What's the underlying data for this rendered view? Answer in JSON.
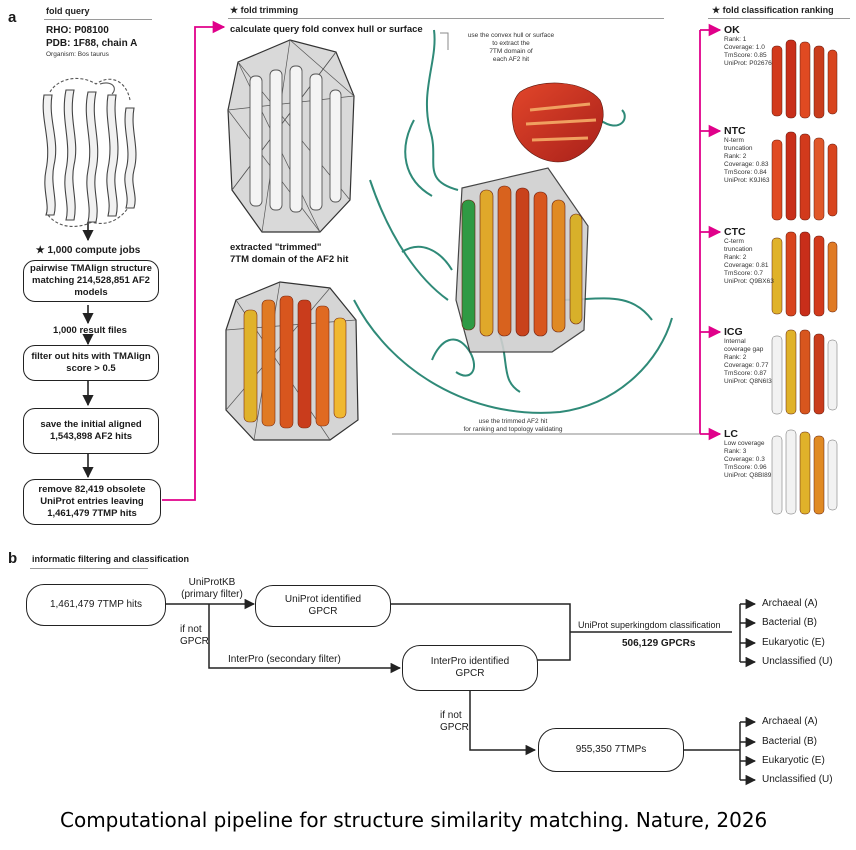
{
  "panel_a": {
    "letter": "a",
    "fold_query": {
      "header": "fold query",
      "rho": "RHO: P08100",
      "pdb": "PDB: 1F88, chain A",
      "organism": "Organism: Bos taurus"
    },
    "jobs": "★ 1,000 compute jobs",
    "steps": [
      "pairwise TMAlign structure matching 214,528,851 AF2 models",
      "1,000 result files",
      "filter out hits with TMAlign score > 0.5",
      "save the initial aligned 1,543,898 AF2 hits",
      "remove 82,419 obsolete UniProt entries leaving 1,461,479 7TMP hits"
    ],
    "fold_trimming": {
      "header": "★ fold trimming",
      "calc": "calculate query fold convex hull or surface",
      "extracted_line1": "extracted \"trimmed\"",
      "extracted_line2": "7TM domain of the AF2 hit",
      "note_top_1": "use the convex hull or surface",
      "note_top_2": "to extract the",
      "note_top_3": "7TM domain of",
      "note_top_4": "each AF2 hit",
      "note_bottom_1": "use the trimmed AF2 hit",
      "note_bottom_2": "for ranking and topology validating"
    },
    "ranking": {
      "header": "★ fold classification ranking",
      "items": [
        {
          "label": "OK",
          "lines": [
            "Rank: 1",
            "Coverage: 1.0",
            "TmScore: 0.85",
            "UniProt: P02676"
          ]
        },
        {
          "label": "NTC",
          "lines": [
            "N-term truncation",
            "Rank: 2",
            "Coverage: 0.83",
            "TmScore: 0.84",
            "UniProt: K9JI63"
          ]
        },
        {
          "label": "CTC",
          "lines": [
            "C-term truncation",
            "Rank: 2",
            "Coverage: 0.81",
            "TmScore: 0.7",
            "UniProt: Q9BX63"
          ]
        },
        {
          "label": "ICG",
          "lines": [
            "Internal coverage gap",
            "Rank: 2",
            "Coverage: 0.77",
            "TmScore: 0.87",
            "UniProt: Q8N6I3"
          ]
        },
        {
          "label": "LC",
          "lines": [
            "Low coverage",
            "Rank: 3",
            "Coverage: 0.3",
            "TmScore: 0.96",
            "UniProt: Q8BI89"
          ]
        }
      ]
    }
  },
  "panel_b": {
    "letter": "b",
    "header": "informatic filtering and classification",
    "hits": "1,461,479 7TMP hits",
    "uniprotkb_1": "UniProtKB",
    "uniprotkb_2": "(primary filter)",
    "if_not_1": "if not",
    "if_not_2": "GPCR",
    "interpro_filter": "InterPro (secondary filter)",
    "uniprot_gpcr_1": "UniProt identified",
    "uniprot_gpcr_2": "GPCR",
    "interpro_gpcr_1": "InterPro identified",
    "interpro_gpcr_2": "GPCR",
    "if_not_b_1": "if not",
    "if_not_b_2": "GPCR",
    "superkingdom": "UniProt superkingdom classification",
    "gpcr_count": "506,129 GPCRs",
    "tmp_count": "955,350 7TMPs",
    "classes": [
      "Archaeal (A)",
      "Bacterial (B)",
      "Eukaryotic (E)",
      "Unclassified (U)"
    ]
  },
  "caption": "Computational pipeline for structure similarity matching. Nature, 2026",
  "colors": {
    "accent": "#e0008a",
    "ink": "#222222",
    "rule": "#9a9a9a"
  }
}
